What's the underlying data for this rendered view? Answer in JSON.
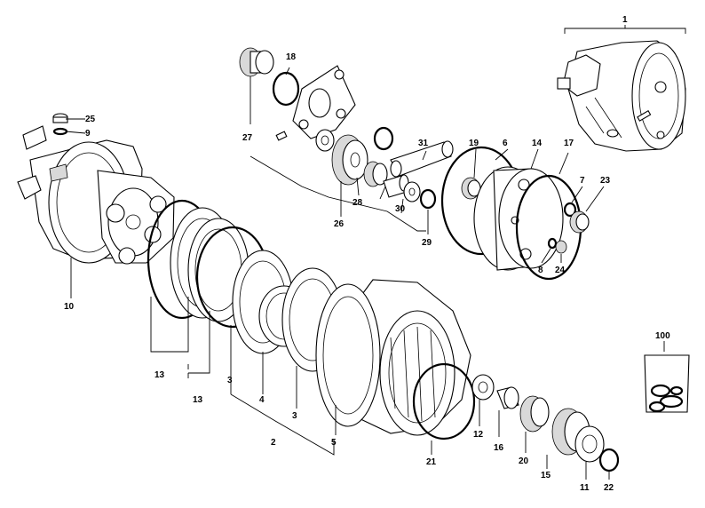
{
  "diagram": {
    "callouts": [
      "1",
      "18",
      "25",
      "9",
      "27",
      "31",
      "19",
      "6",
      "14",
      "17",
      "7",
      "23",
      "28",
      "30",
      "26",
      "29",
      "8",
      "24",
      "10",
      "13",
      "13",
      "3",
      "4",
      "3",
      "2",
      "5",
      "21",
      "12",
      "16",
      "20",
      "15",
      "11",
      "22",
      "100"
    ]
  }
}
